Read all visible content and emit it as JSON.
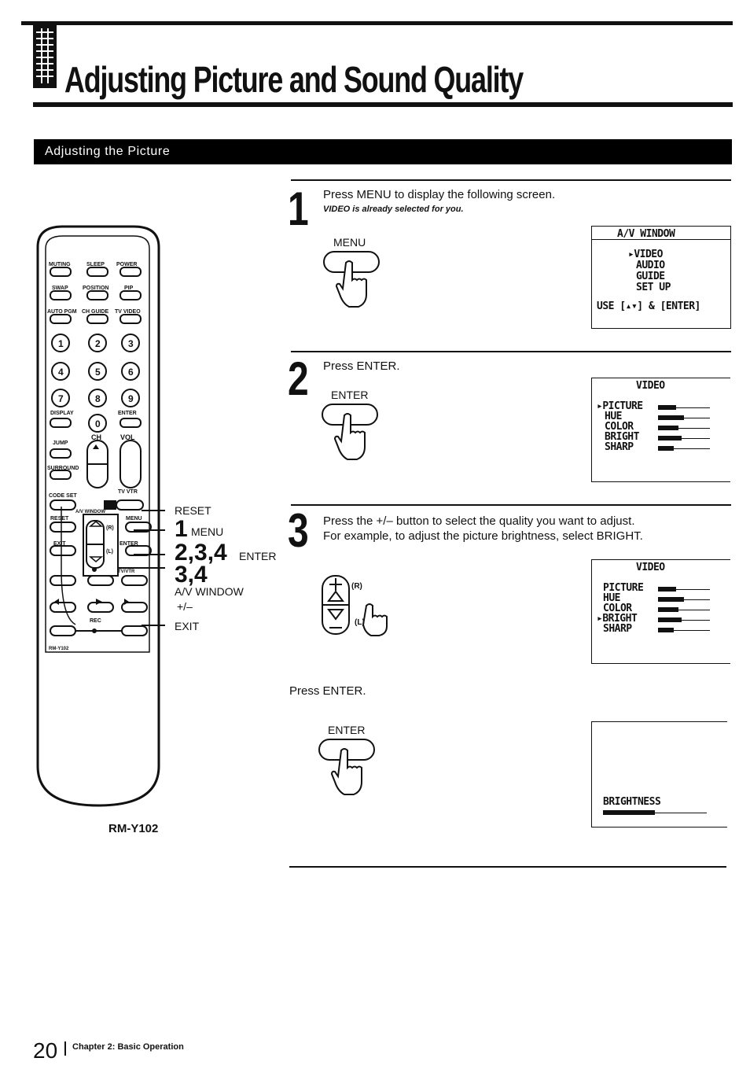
{
  "page": {
    "title": "Adjusting Picture and Sound Quality",
    "section": "Adjusting the Picture",
    "page_number": "20",
    "chapter": "Chapter 2: Basic Operation"
  },
  "step1": {
    "number": "1",
    "text": "Press MENU to display the following screen.",
    "note": "VIDEO is already selected for you.",
    "button_label": "MENU",
    "osd": {
      "title": "A/V WINDOW",
      "items": [
        "▸VIDEO",
        "AUDIO",
        "GUIDE",
        "SET UP"
      ],
      "hint": "USE [▴▾] & [ENTER]"
    }
  },
  "step2": {
    "number": "2",
    "text": "Press ENTER.",
    "button_label": "ENTER",
    "osd": {
      "title": "VIDEO",
      "items": [
        "▸PICTURE",
        "HUE",
        "COLOR",
        "BRIGHT",
        "SHARP"
      ],
      "levels": [
        0.35,
        0.5,
        0.4,
        0.45,
        0.3
      ]
    }
  },
  "step3": {
    "number": "3",
    "text_line1": "Press the +/– button to select the quality you want to adjust.",
    "text_line2": "For example, to adjust the picture brightness, select BRIGHT.",
    "plus_minus_r": "(R)",
    "plus_minus_l": "(L)",
    "osd": {
      "title": "VIDEO",
      "items": [
        "PICTURE",
        "HUE",
        "COLOR",
        "▸BRIGHT",
        "SHARP"
      ],
      "levels": [
        0.35,
        0.5,
        0.4,
        0.45,
        0.3
      ]
    }
  },
  "step4": {
    "text": "Press ENTER.",
    "button_label": "ENTER",
    "osd": {
      "label": "BRIGHTNESS",
      "level": 0.5
    }
  },
  "remote": {
    "model": "RM-Y102",
    "model_small": "RM-Y102",
    "buttons_row1": [
      "MUTING",
      "SLEEP",
      "POWER"
    ],
    "buttons_row2": [
      "SWAP",
      "POSITION",
      "PIP"
    ],
    "buttons_row3": [
      "AUTO PGM",
      "CH GUIDE",
      "TV VIDEO"
    ],
    "digits": [
      "1",
      "2",
      "3",
      "4",
      "5",
      "6",
      "7",
      "8",
      "9",
      "0"
    ],
    "labels": {
      "display": "DISPLAY",
      "enter": "ENTER",
      "ch": "CH",
      "vol": "VOL",
      "jump": "JUMP",
      "surround": "SURROUND",
      "code_set": "CODE SET",
      "tv_vtr": "TV VTR",
      "reset": "RESET",
      "menu": "MENU",
      "exit": "EXIT",
      "av_window": "A/V WINDOW",
      "rec": "REC",
      "tv_vtr2": "TV/VTR"
    },
    "callouts": {
      "reset": "RESET",
      "menu_num": "1",
      "menu": "MENU",
      "enter_num": "2,3,4",
      "enter": "ENTER",
      "avw_num": "3,4",
      "avw": "A/V WINDOW",
      "plusminus": "+/–",
      "exit": "EXIT"
    }
  }
}
